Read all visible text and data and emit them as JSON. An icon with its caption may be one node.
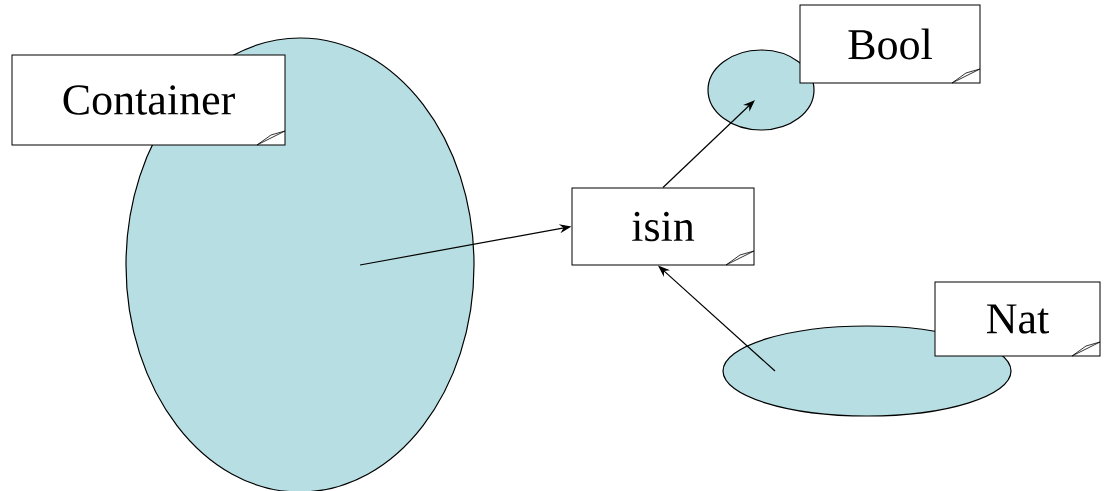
{
  "diagram": {
    "nodes": [
      {
        "text": [],
        "shape": "ellipse"
      },
      {
        "text": [
          "Container"
        ]
      },
      {
        "text": [],
        "shape": "ellipse"
      },
      {
        "text": [
          "Bool"
        ]
      },
      {
        "text": [
          "isin"
        ]
      },
      {
        "text": [],
        "shape": "ellipse"
      },
      {
        "text": [
          "Nat"
        ]
      }
    ],
    "edges": [
      {
        "from": 0,
        "to": 4,
        "arrow": "to"
      },
      {
        "from": 4,
        "to": 2,
        "arrow": "to"
      },
      {
        "from": 5,
        "to": 4,
        "arrow": "to"
      }
    ]
  }
}
